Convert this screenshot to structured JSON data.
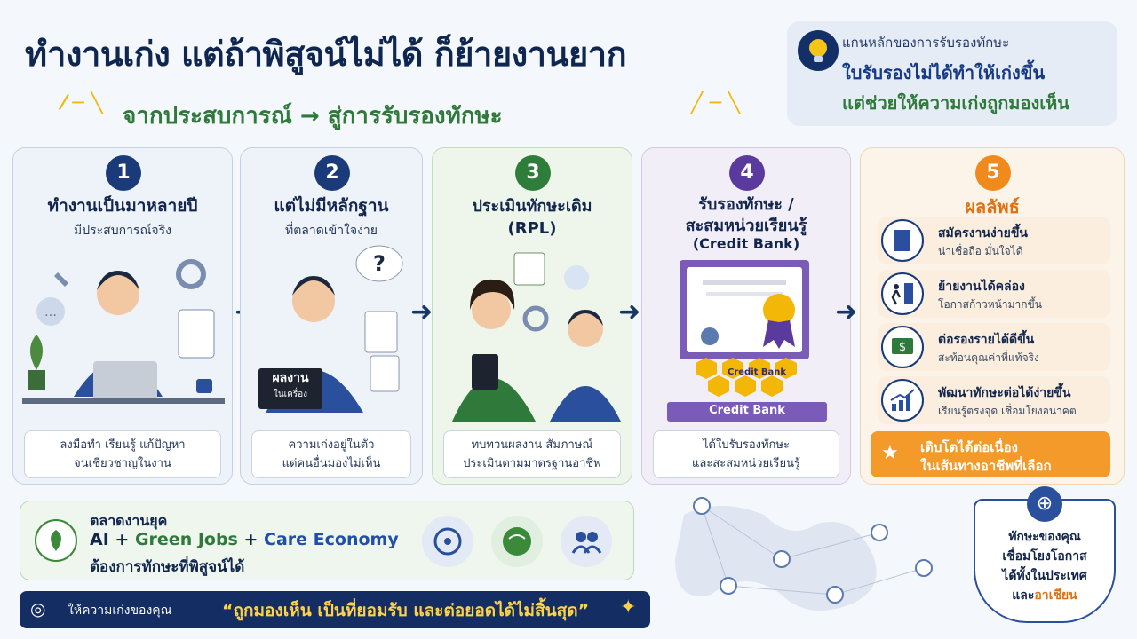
{
  "header": {
    "title": "ทำงานเก่ง แต่ถ้าพิสูจน์ไม่ได้ ก็ย้ายงานยาก",
    "subtitle": "จากประสบการณ์ → สู่การรับรองทักษะ"
  },
  "core": {
    "label": "แกนหลักของการรับรองทักษะ",
    "line1": "ใบรับรองไม่ได้ทำให้เก่งขึ้น",
    "line2": "แต่ช่วยให้ความเก่งถูกมองเห็น"
  },
  "steps": [
    {
      "num": "1",
      "title": "ทำงานเป็นมาหลายปี",
      "subtitle": "มีประสบการณ์จริง",
      "cap1": "ลงมือทำ เรียนรู้ แก้ปัญหา",
      "cap2": "จนเชี่ยวชาญในงาน",
      "color": "#1b3a7a"
    },
    {
      "num": "2",
      "title": "แต่ไม่มีหลักฐาน",
      "subtitle": "ที่ตลาดเข้าใจง่าย",
      "cap1": "ความเก่งอยู่ในตัว",
      "cap2": "แต่คนอื่นมองไม่เห็น",
      "color": "#1b3a7a",
      "book1": "ผลงาน",
      "book2": "ในเครื่อง"
    },
    {
      "num": "3",
      "title": "ประเมินทักษะเดิม",
      "subtitle": "(RPL)",
      "cap1": "ทบทวนผลงาน สัมภาษณ์",
      "cap2": "ประเมินตามมาตรฐานอาชีพ",
      "color": "#2e7d3a"
    },
    {
      "num": "4",
      "title": "รับรองทักษะ /",
      "title2": "สะสมหน่วยเรียนรู้",
      "subtitle": "(Credit Bank)",
      "cap1": "ได้ใบรับรองทักษะ",
      "cap2": "และสะสมหน่วยเรียนรู้",
      "color": "#5a3a9c",
      "bank1": "Credit Bank",
      "bank2": "Credit Bank"
    },
    {
      "num": "5",
      "title": "ผลลัพธ์",
      "color": "#f08a1c"
    }
  ],
  "results": [
    {
      "l1": "สมัครงานง่ายขึ้น",
      "l2": "น่าเชื่อถือ มั่นใจได้",
      "icon": "building-icon"
    },
    {
      "l1": "ย้ายงานได้คล่อง",
      "l2": "โอกาสก้าวหน้ามากขึ้น",
      "icon": "door-icon"
    },
    {
      "l1": "ต่อรองรายได้ดีขึ้น",
      "l2": "สะท้อนคุณค่าที่แท้จริง",
      "icon": "money-icon"
    },
    {
      "l1": "พัฒนาทักษะต่อได้ง่ายขึ้น",
      "l2": "เรียนรู้ตรงจุด เชื่อมโยงอนาคต",
      "icon": "growth-chart-icon"
    }
  ],
  "growth": {
    "line1": "เติบโตได้ต่อเนื่อง",
    "line2": "ในเส้นทางอาชีพที่เลือก"
  },
  "market": {
    "line1": "ตลาดงานยุค",
    "ai": "AI",
    "plus": "+",
    "green": "Green Jobs",
    "care": "Care Economy",
    "line3": "ต้องการทักษะที่พิสูจน์ได้"
  },
  "banner": {
    "lead": "ให้ความเก่งของคุณ",
    "quote": "“ถูกมองเห็น เป็นที่ยอมรับ และต่อยอดได้ไม่สิ้นสุด”"
  },
  "badge": {
    "l1": "ทักษะของคุณ",
    "l2": "เชื่อมโยงโอกาส",
    "l3": "ได้ทั้งในประเทศ",
    "l4a": "และ",
    "l4b": "อาเซียน"
  },
  "colors": {
    "navy": "#0f2750",
    "green": "#2f7a3a",
    "purple": "#5a3a9c",
    "orange": "#f08a1c"
  }
}
